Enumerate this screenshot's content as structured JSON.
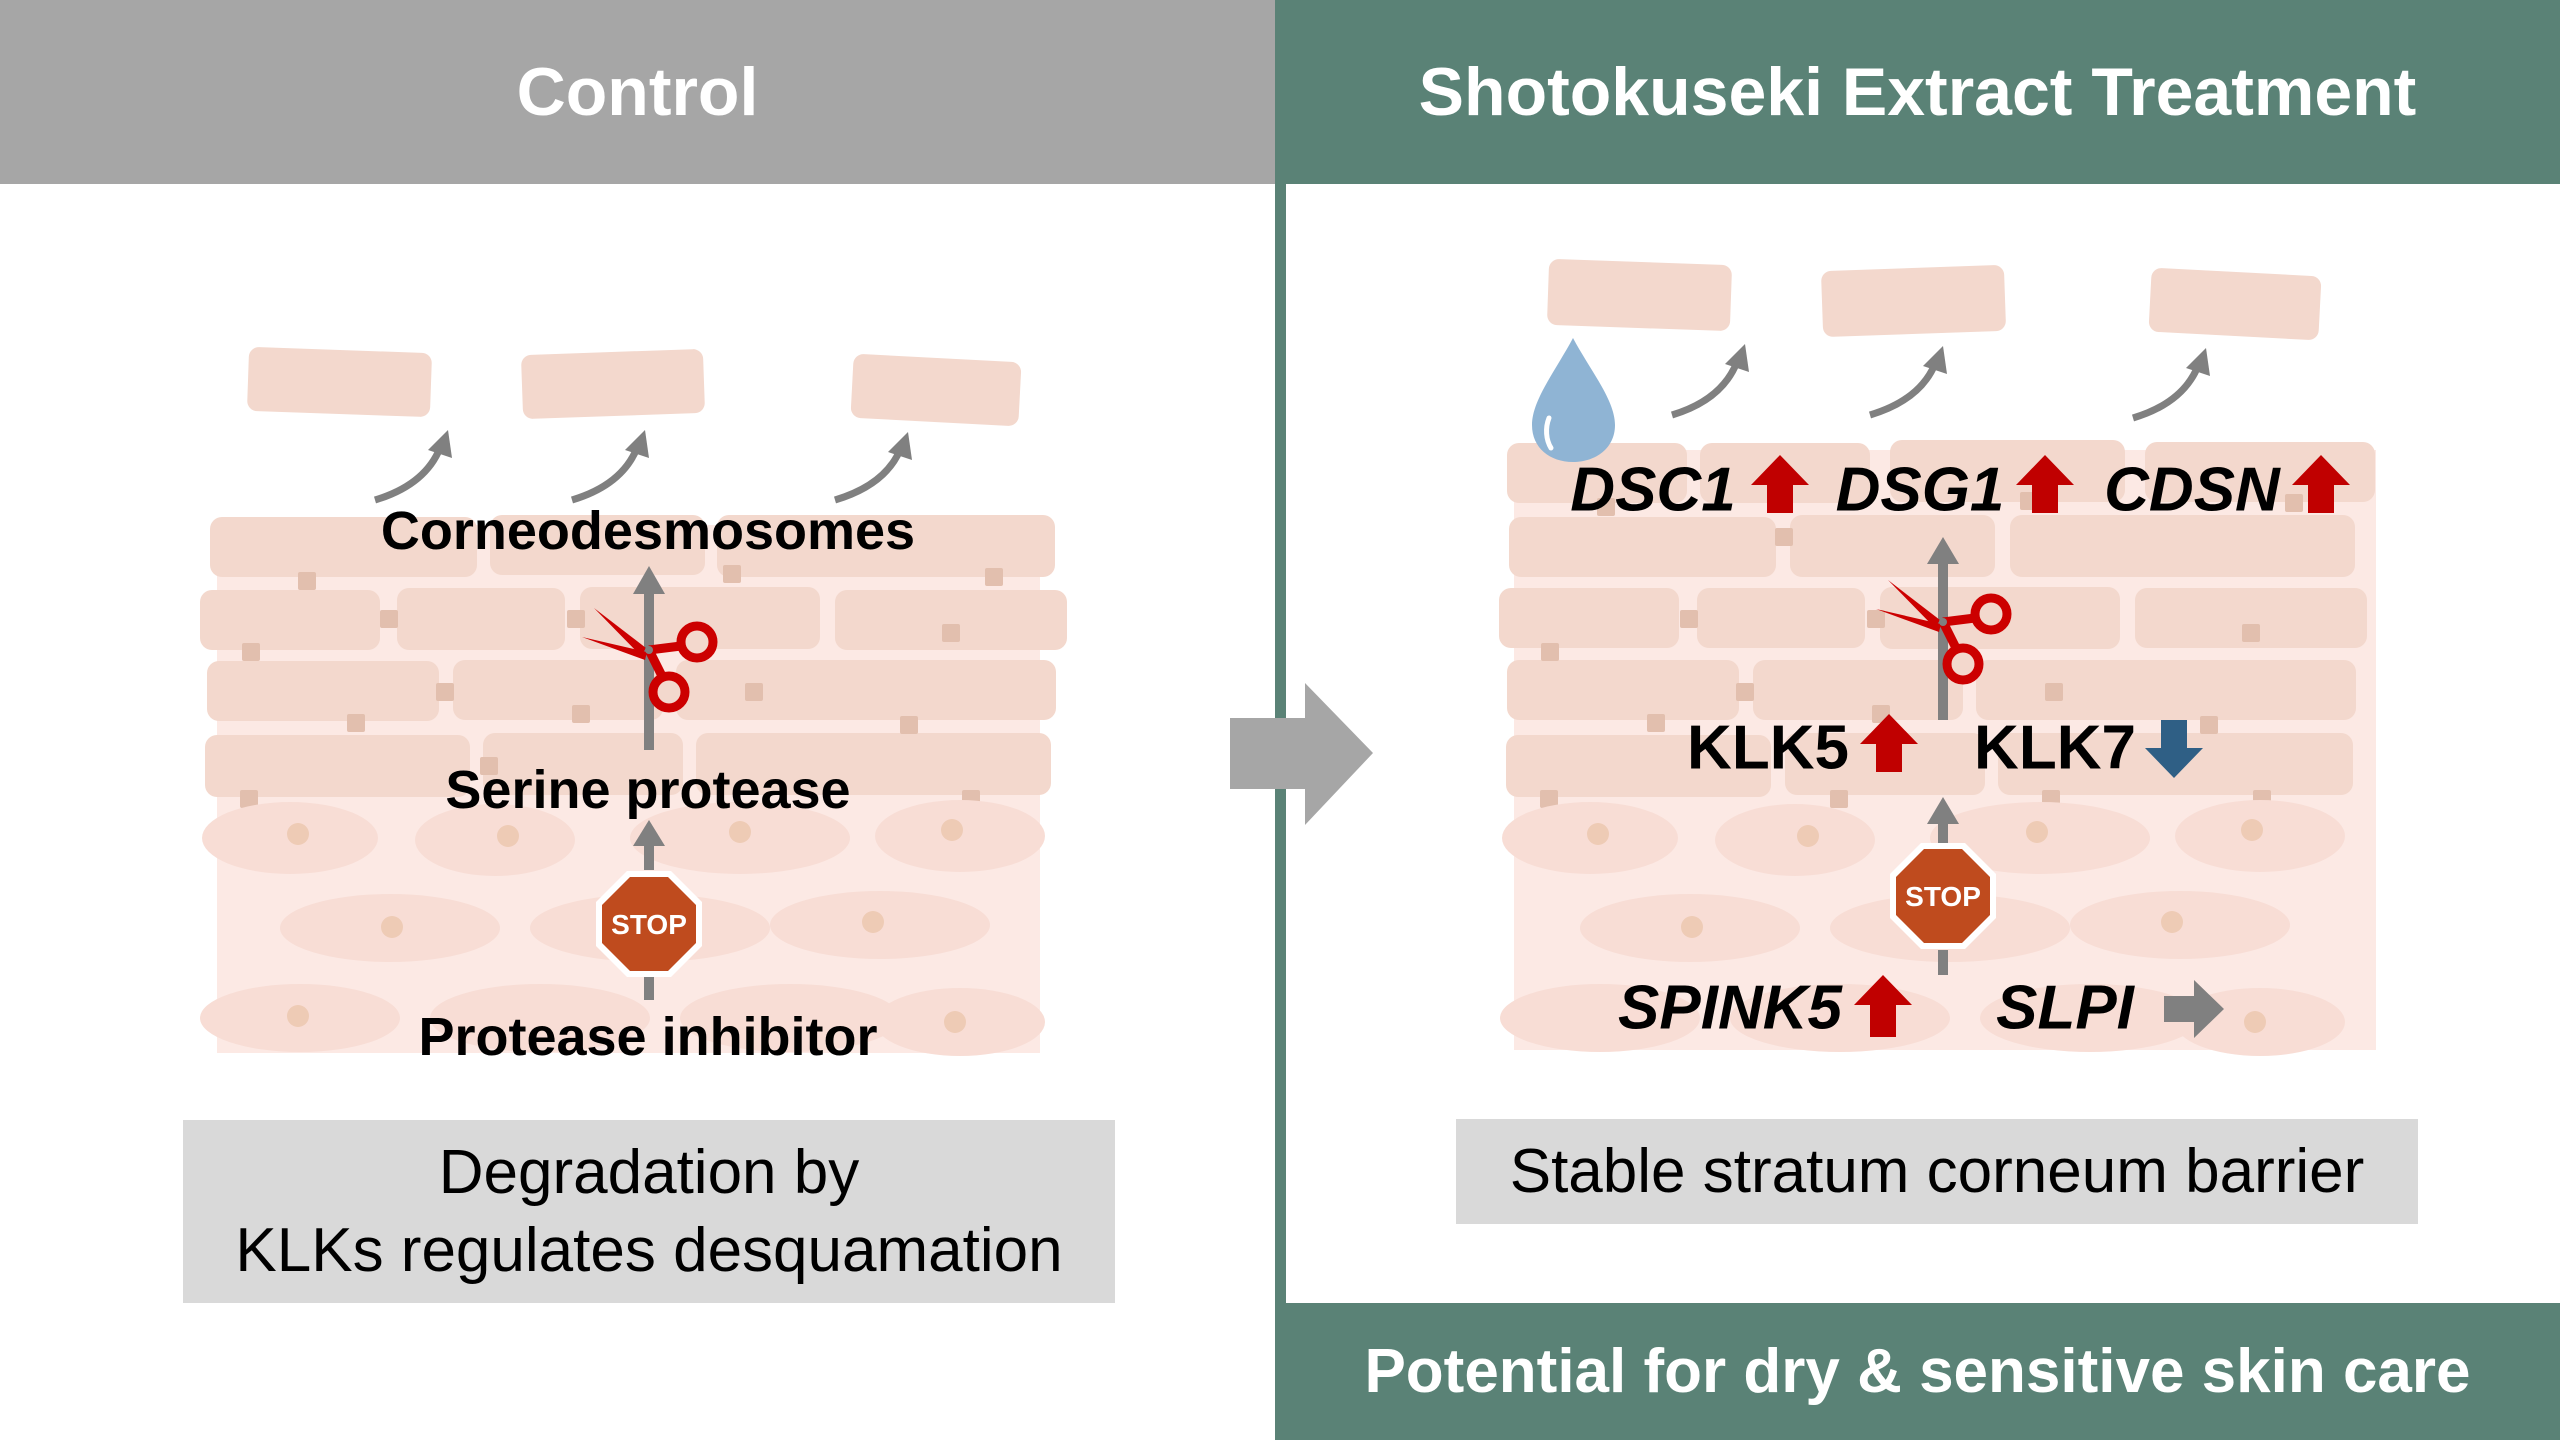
{
  "headers": {
    "control": "Control",
    "treatment": "Shotokuseki Extract Treatment"
  },
  "control_panel": {
    "labels": {
      "corneodesmosomes": "Corneodesmosomes",
      "serine_protease": "Serine protease",
      "protease_inhibitor": "Protease inhibitor",
      "stop_sign": "STOP"
    },
    "caption_line1": "Degradation by",
    "caption_line2": "KLKs regulates desquamation"
  },
  "treatment_panel": {
    "genes": [
      {
        "name": "DSC1",
        "italic": true,
        "change": "up",
        "change_icon": "red-up-arrow-icon"
      },
      {
        "name": "DSG1",
        "italic": true,
        "change": "up",
        "change_icon": "red-up-arrow-icon"
      },
      {
        "name": "CDSN",
        "italic": true,
        "change": "up",
        "change_icon": "red-up-arrow-icon"
      },
      {
        "name": "KLK5",
        "italic": false,
        "change": "up",
        "change_icon": "red-up-arrow-icon"
      },
      {
        "name": "KLK7",
        "italic": false,
        "change": "down",
        "change_icon": "blue-down-arrow-icon"
      },
      {
        "name": "SPINK5",
        "italic": true,
        "change": "up",
        "change_icon": "red-up-arrow-icon"
      },
      {
        "name": "SLPI",
        "italic": true,
        "change": "unchanged",
        "change_icon": "gray-right-arrow-icon"
      }
    ],
    "stop_sign": "STOP",
    "water_drop_icon": "water-drop-icon",
    "caption": "Stable stratum corneum barrier"
  },
  "transition_arrow_icon": "right-arrow-icon",
  "footer": "Potential for dry & sensitive skin care",
  "colors": {
    "control_header": "#a6a6a6",
    "treatment_green": "#5a8276",
    "caption_bg": "#d9d9d9",
    "cell": "#f3d8cd",
    "tissue_bg": "#fce9e4",
    "junction": "#e2bfae",
    "up_arrow": "#c00000",
    "down_arrow": "#2f5f85",
    "neutral_arrow": "#808080",
    "stop": "#bf4b1e",
    "scissors": "#cc0000",
    "water": "#8fb4d4"
  }
}
